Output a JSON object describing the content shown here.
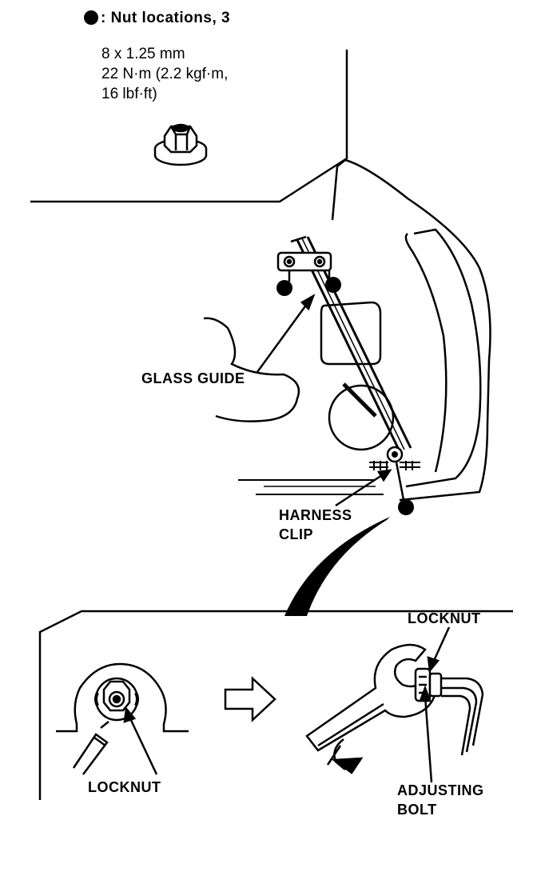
{
  "legend": {
    "text": ": Nut locations, 3"
  },
  "spec": {
    "line1": "8 x 1.25 mm",
    "line2": "22 N·m (2.2 kgf·m,",
    "line3": "16 lbf·ft)"
  },
  "labels": {
    "glass_guide": "GLASS GUIDE",
    "harness_clip_1": "HARNESS",
    "harness_clip_2": "CLIP",
    "locknut_left": "LOCKNUT",
    "locknut_right": "LOCKNUT",
    "adjusting_bolt_1": "ADJUSTING",
    "adjusting_bolt_2": "BOLT"
  }
}
